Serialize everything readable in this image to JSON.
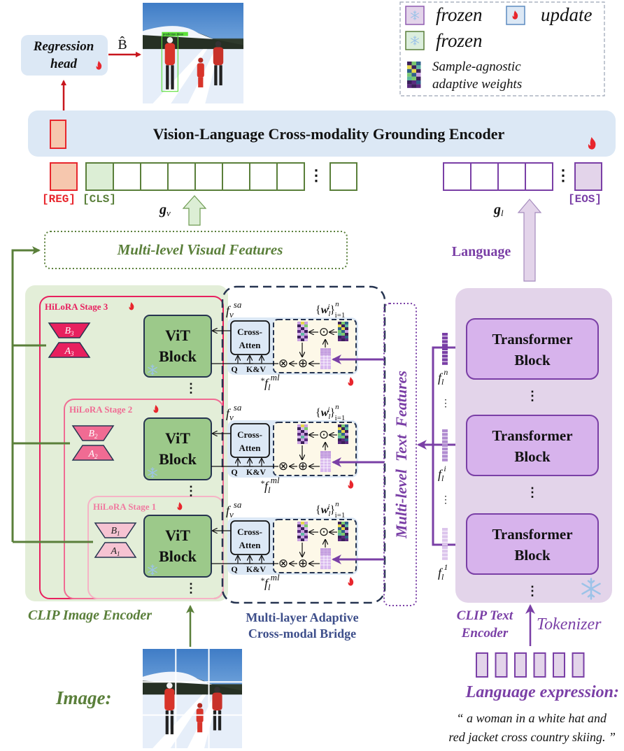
{
  "colors": {
    "update_red": "#e8262d",
    "green_dark": "#5a7f3a",
    "green_light": "#e3eed8",
    "green_block": "#9cc98a",
    "purple": "#7a3fa6",
    "purple_light": "#e3d4ea",
    "purple_block": "#d7b3ec",
    "navy": "#263450",
    "encoder_blue": "#dce8f5",
    "hilora3": "#e8205f",
    "hilora2": "#f06b93",
    "hilora1": "#f6b3c6",
    "bridge_label": "#3d4e8a"
  },
  "legend": {
    "frozen_purple": "frozen",
    "update": "update",
    "frozen_green": "frozen",
    "weights_line1": "Sample-agnostic",
    "weights_line2": "adaptive weights"
  },
  "regression_head": {
    "line1": "Regression",
    "line2": "head",
    "output_symbol": "B̂"
  },
  "output_image": {
    "bbox_label": "prediction bbox"
  },
  "grounding_encoder": {
    "title": "Vision-Language Cross-modality Grounding Encoder"
  },
  "tokens": {
    "reg": "[REG]",
    "cls": "[CLS]",
    "eos": "[EOS]",
    "g_v": "g",
    "g_v_sub": "v",
    "g_l": "g",
    "g_l_sub": "l"
  },
  "visual_features": {
    "label": "Multi-level Visual Features"
  },
  "language": {
    "label": "Language"
  },
  "image_encoder": {
    "label": "CLIP Image Encoder",
    "stages": [
      {
        "label": "HiLoRA Stage 3",
        "b": "B",
        "a": "A",
        "idx": "3"
      },
      {
        "label": "HiLoRA Stage 2",
        "b": "B",
        "a": "A",
        "idx": "2"
      },
      {
        "label": "HiLoRA Stage 1",
        "b": "B",
        "a": "A",
        "idx": "1"
      }
    ],
    "vit_line1": "ViT",
    "vit_line2": "Block",
    "ellipsis": "⋮"
  },
  "bridge": {
    "label_line1": "Multi-layer Adaptive",
    "label_line2": "Cross-modal Bridge",
    "cross_atten_line1": "Cross-",
    "cross_atten_line2": "Atten",
    "q": "Q",
    "kv": "K&V",
    "f_v_sa": "f",
    "f_v_sa_sub": "v",
    "f_v_sa_sup": "sa",
    "f_l_ml_star": "*",
    "f_l_ml": "f",
    "f_l_ml_sub": "l",
    "f_l_ml_sup": "ml",
    "w_set": "{w",
    "w_sub": "l",
    "w_sup": "i",
    "w_close": "}",
    "w_range_sup": "n",
    "w_range_sub": "i=1",
    "otimes": "⊗",
    "oplus": "⊕",
    "odot": "⊙"
  },
  "text_features": {
    "label": "Multi-level  Text  Features"
  },
  "text_encoder": {
    "label_line1": "CLIP Text",
    "label_line2": "Encoder",
    "block_line1": "Transformer",
    "block_line2": "Block",
    "features": [
      {
        "base": "f",
        "sub": "l",
        "sup": "n"
      },
      {
        "base": "f",
        "sub": "l",
        "sup": "i"
      },
      {
        "base": "f",
        "sub": "l",
        "sup": "1"
      }
    ],
    "ellipsis": "⋮"
  },
  "tokenizer": {
    "label": "Tokenizer",
    "token_count": 6
  },
  "input_image": {
    "label": "Image:"
  },
  "language_expression": {
    "label": "Language expression:",
    "text_line1": "“ a woman in a white hat and",
    "text_line2": "red jacket cross country skiing. ”"
  }
}
